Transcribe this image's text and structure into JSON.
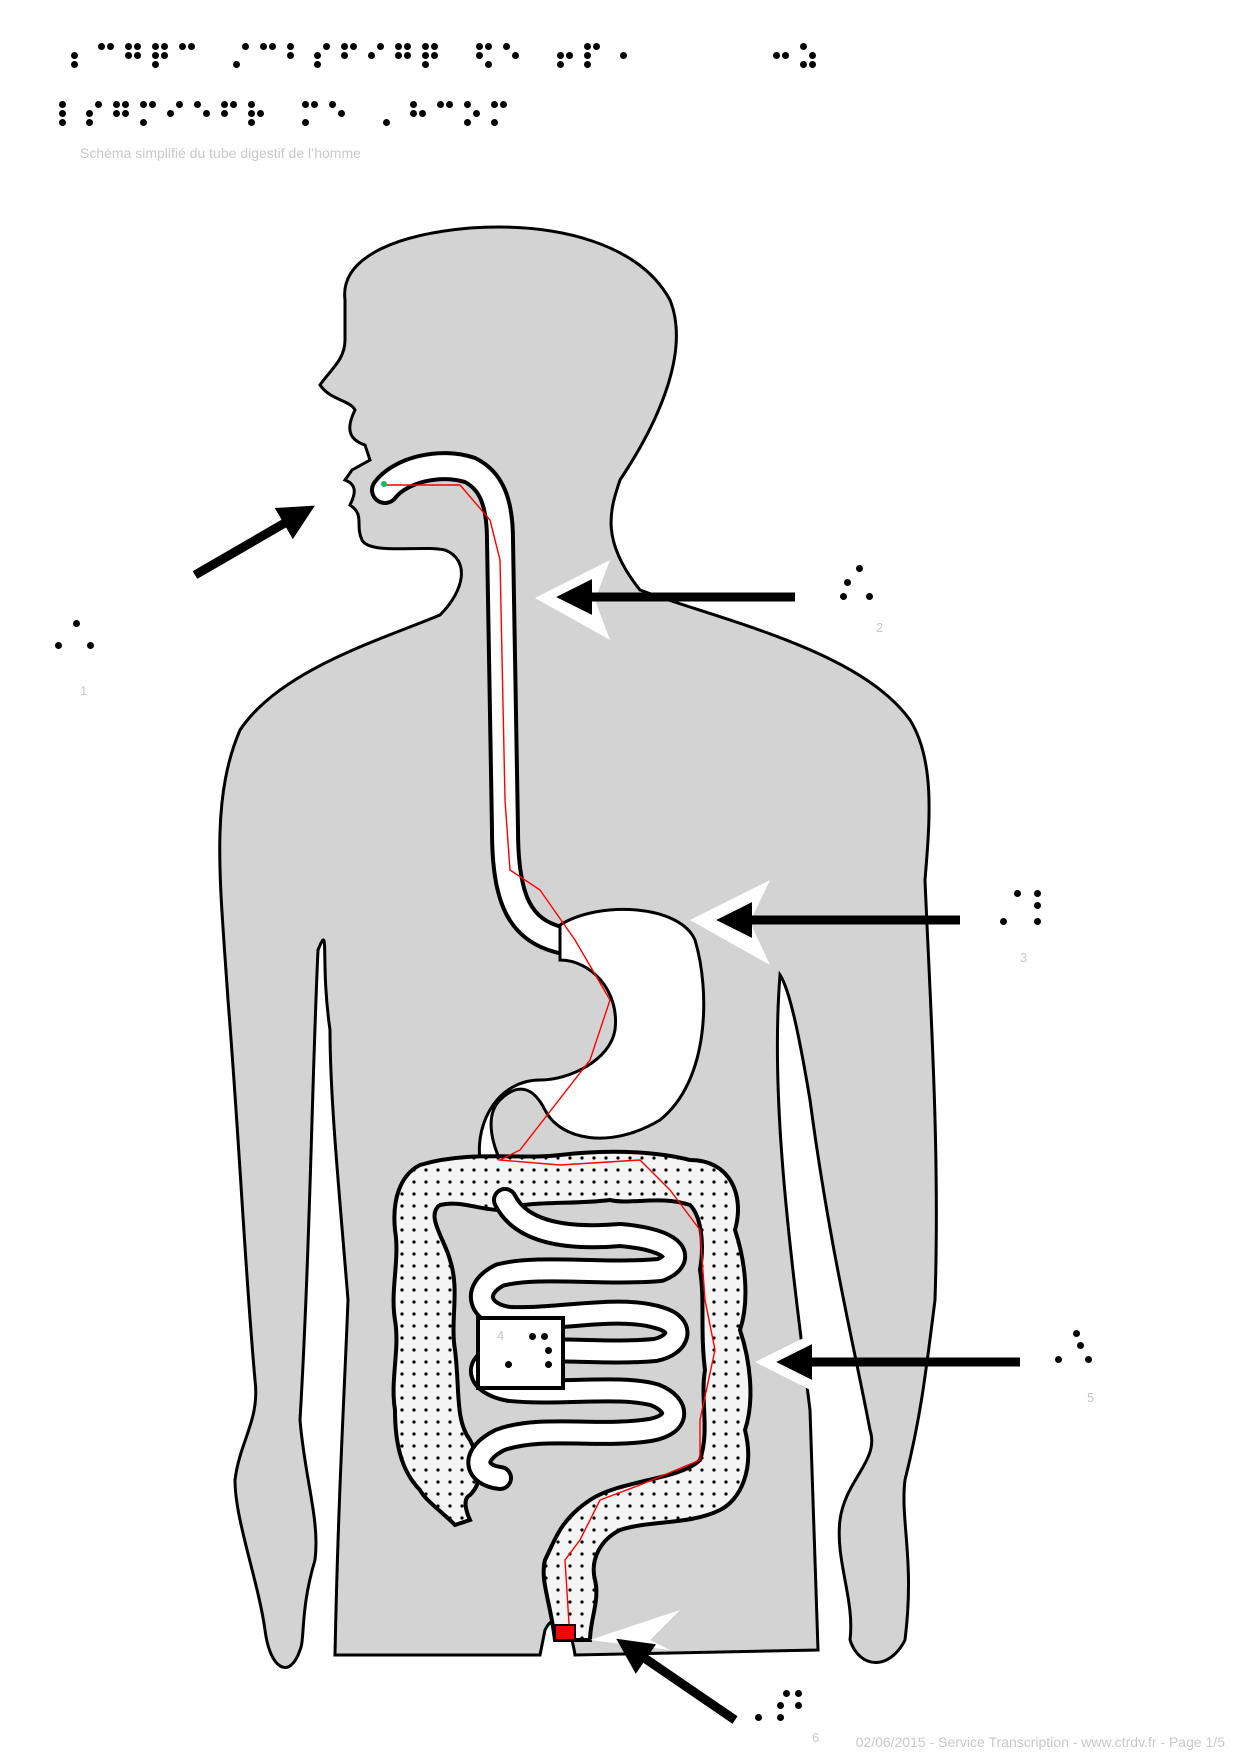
{
  "header": {
    "caption": "Schéma simplifié du tube digestif de l’homme"
  },
  "labels": {
    "n1": "1",
    "n2": "2",
    "n3": "3",
    "n4": "4",
    "n5": "5",
    "n6": "6"
  },
  "footer": {
    "text": "02/06/2015 - Service Transcription - www.ctrdv.fr - Page 1/5"
  },
  "colors": {
    "body_fill": "#d3d3d3",
    "outline": "#000000",
    "tract_fill": "#ffffff",
    "path_line": "#ff0000",
    "anus_marker": "#ff0000",
    "mouth_marker": "#00c060",
    "caption_gray": "#c8c8c8"
  }
}
